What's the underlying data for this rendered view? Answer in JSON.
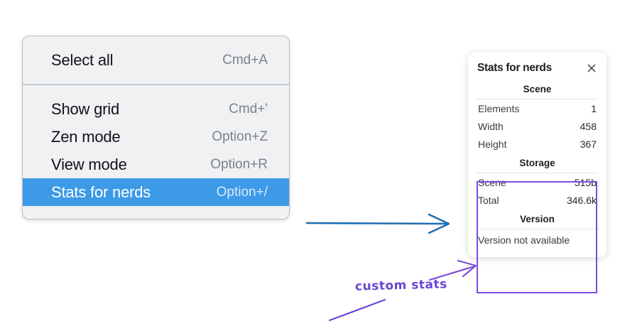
{
  "context_menu": {
    "sections": [
      {
        "items": [
          {
            "label": "Select all",
            "shortcut": "Cmd+A",
            "highlighted": false
          }
        ]
      },
      {
        "items": [
          {
            "label": "Show grid",
            "shortcut": "Cmd+'",
            "highlighted": false
          },
          {
            "label": "Zen mode",
            "shortcut": "Option+Z",
            "highlighted": false
          },
          {
            "label": "View mode",
            "shortcut": "Option+R",
            "highlighted": false
          },
          {
            "label": "Stats for nerds",
            "shortcut": "Option+/",
            "highlighted": true
          }
        ]
      }
    ],
    "highlight_color": "#3c9ae6",
    "background_color": "#f0f1f3"
  },
  "stats_panel": {
    "title": "Stats for nerds",
    "close_icon": "close-icon",
    "sections": [
      {
        "heading": "Scene",
        "rows": [
          {
            "label": "Elements",
            "value": "1"
          },
          {
            "label": "Width",
            "value": "458"
          },
          {
            "label": "Height",
            "value": "367"
          }
        ]
      },
      {
        "heading": "Storage",
        "rows": [
          {
            "label": "Scene",
            "value": "515b"
          },
          {
            "label": "Total",
            "value": "346.6k"
          }
        ]
      },
      {
        "heading": "Version",
        "note": "Version not available",
        "rows": []
      }
    ]
  },
  "annotations": {
    "custom_stats_label": "custom stats",
    "arrow_blue_color": "#1f6eb0",
    "arrow_purple_color": "#7c4ddb",
    "highlight_box_color": "#7c4ddb"
  }
}
